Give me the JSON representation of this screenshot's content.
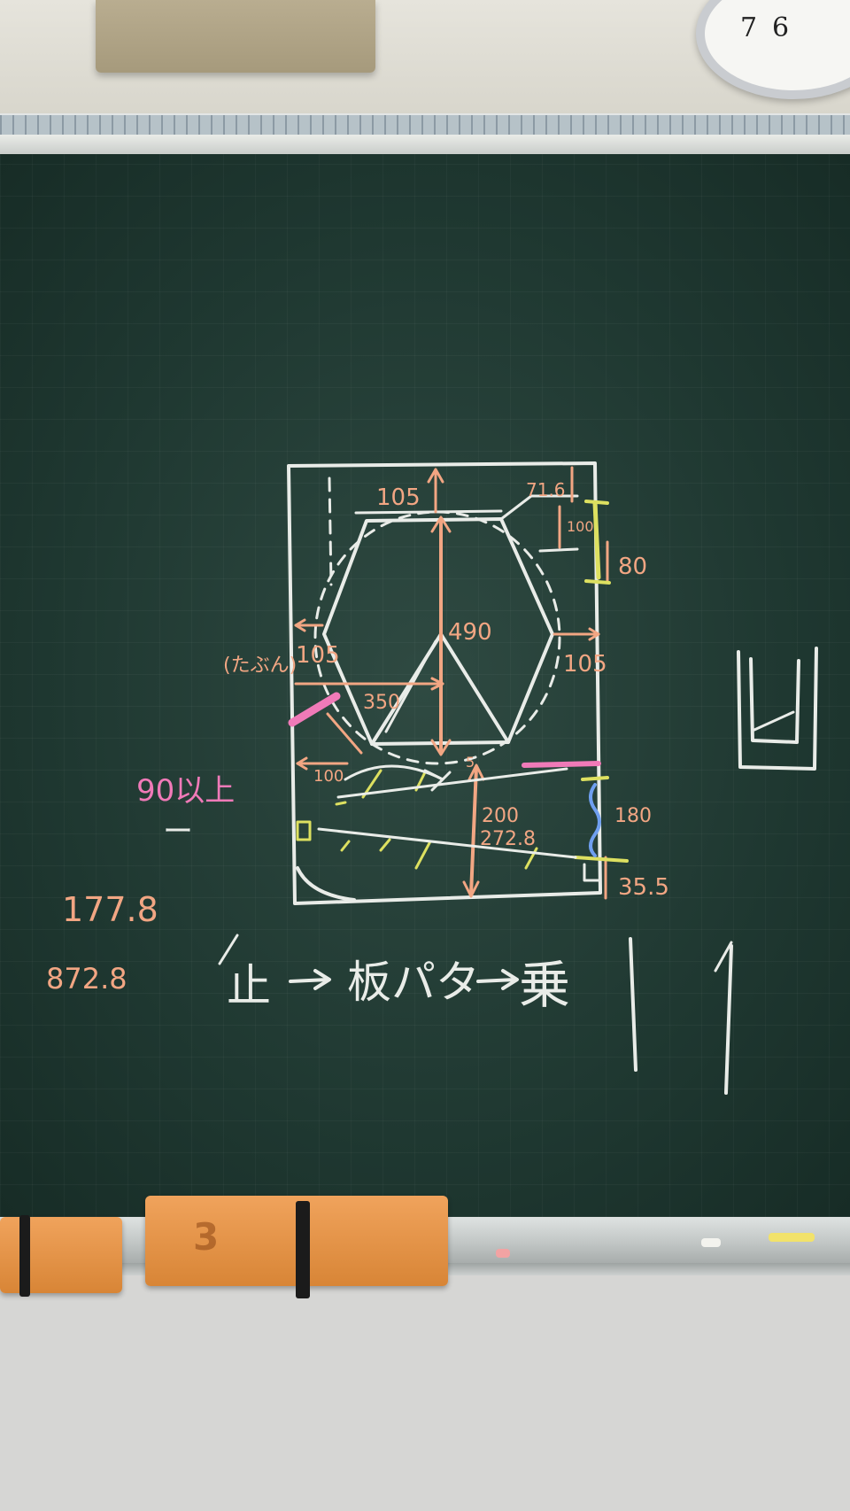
{
  "clock": {
    "numerals": [
      "7",
      "6"
    ]
  },
  "eraser": {
    "label": "3"
  },
  "colors": {
    "board": "#1f3831",
    "chalk_white": "#e9ece8",
    "chalk_orange": "#f2a683",
    "chalk_pink": "#f07ab8",
    "chalk_yellow": "#dde060",
    "chalk_blue": "#6f9ff0"
  },
  "annotations": {
    "top_gap": "105",
    "top_right_corner": "71.6",
    "right_small": "100",
    "right_yellow": "80",
    "hexagon_height": "490",
    "left_note": "(たぶん)",
    "left_gap": "105",
    "right_gap": "105",
    "half_width": "350",
    "lower_left_gap": "100",
    "small_gap": "5",
    "height_a": "200",
    "height_b": "272.8",
    "right_blue": "180",
    "bottom_right": "35.5"
  },
  "side_notes": {
    "requirement": "90以上",
    "dash": "ー",
    "calc_1": "177.8",
    "calc_2": "872.8"
  },
  "flow": {
    "step1": "止",
    "step2": "板パタ",
    "step3": "乗",
    "arrow": "→"
  }
}
